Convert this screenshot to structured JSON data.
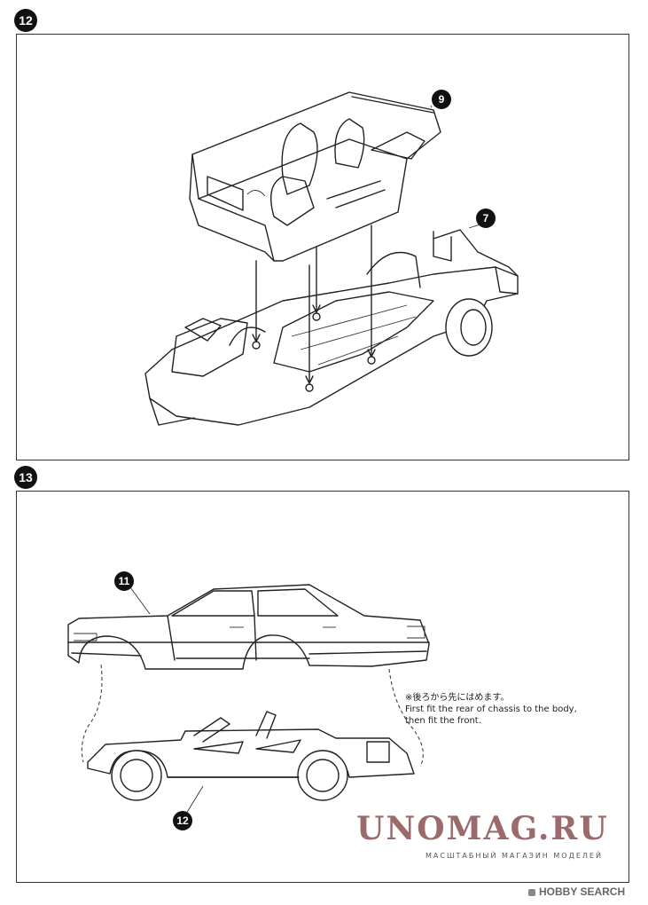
{
  "steps": [
    {
      "number": "12",
      "callouts": [
        "9",
        "7"
      ]
    },
    {
      "number": "13",
      "callouts": [
        "11",
        "12"
      ]
    }
  ],
  "note": {
    "jp": "※後ろから先にはめます。",
    "en_line1": "First fit the rear of chassis to the body,",
    "en_line2": "then fit the front."
  },
  "watermark": {
    "main": "UNOMAG.RU",
    "sub": "МАСШТАБНЫЙ МАГАЗИН МОДЕЛЕЙ"
  },
  "credit": "HOBBY SEARCH"
}
